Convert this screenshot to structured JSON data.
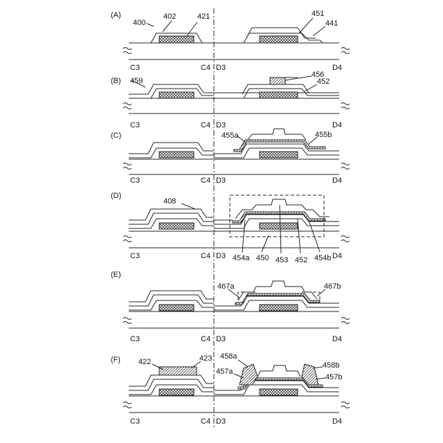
{
  "panels": [
    {
      "letter": "(A)",
      "labels": {
        "a": "400",
        "b": "402",
        "c": "421",
        "d": "451",
        "e": "441"
      }
    },
    {
      "letter": "(B)",
      "labels": {
        "a": "459",
        "b": "456",
        "c": "452"
      }
    },
    {
      "letter": "(C)",
      "labels": {
        "a": "455a",
        "b": "455b"
      }
    },
    {
      "letter": "(D)",
      "labels": {
        "a": "408",
        "b": "454a",
        "c": "450",
        "d": "453",
        "e": "452",
        "f": "454b"
      }
    },
    {
      "letter": "(E)",
      "labels": {
        "a": "467a",
        "b": "467b"
      }
    },
    {
      "letter": "(F)",
      "labels": {
        "a": "422",
        "b": "423",
        "c": "458a",
        "d": "457a",
        "e": "458b",
        "f": "457b"
      }
    }
  ],
  "section_marks": {
    "left_start": "C3",
    "left_end": "C4",
    "right_start": "D3",
    "right_end": "D4"
  }
}
